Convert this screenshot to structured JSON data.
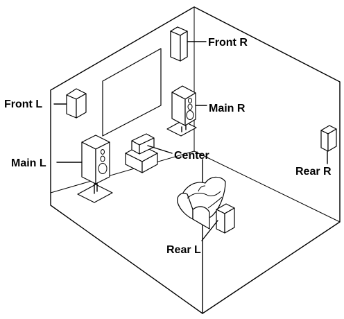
{
  "labels": {
    "front_r": "Front R",
    "front_l": "Front L",
    "main_r": "Main R",
    "main_l": "Main L",
    "center": "Center",
    "rear_r": "Rear R",
    "rear_l": "Rear L"
  }
}
